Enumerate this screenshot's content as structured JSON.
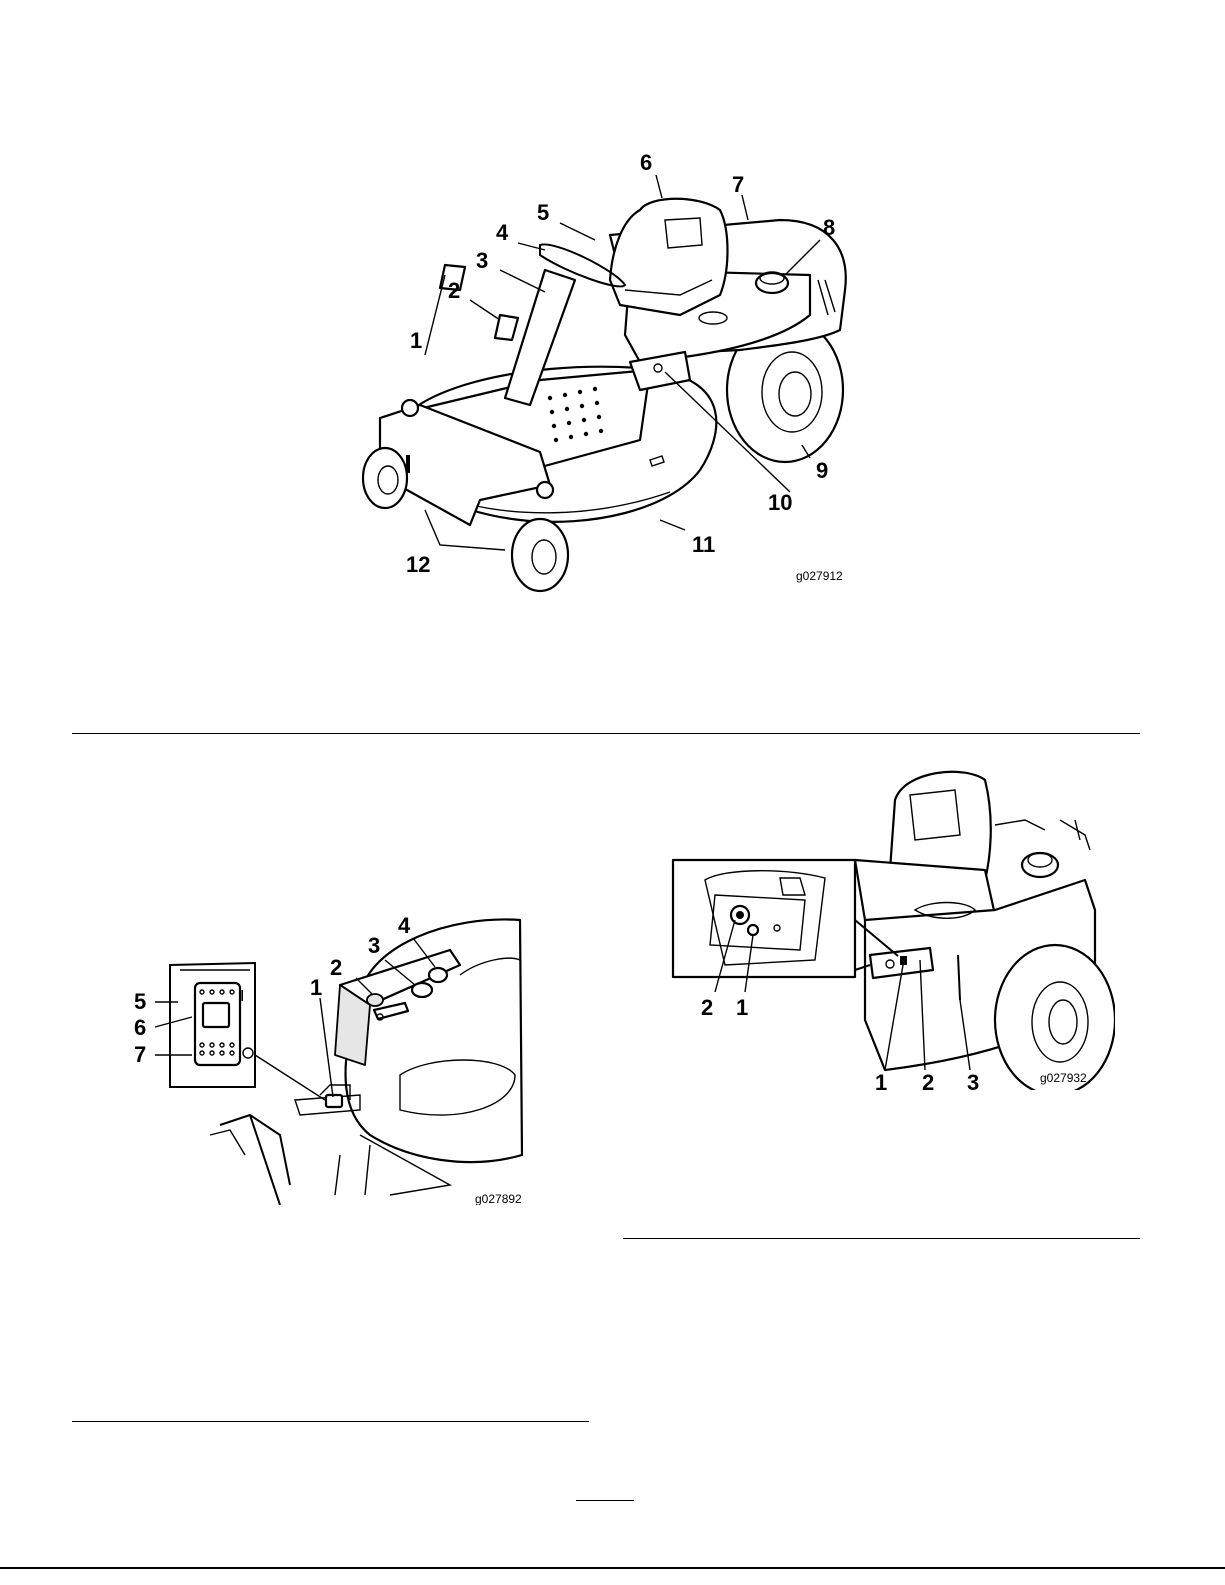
{
  "figure1": {
    "figure_id": "g027912",
    "callouts": [
      "1",
      "2",
      "3",
      "4",
      "5",
      "6",
      "7",
      "8",
      "9",
      "10",
      "11",
      "12"
    ]
  },
  "figure2": {
    "figure_id": "g027892",
    "callouts": [
      "1",
      "2",
      "3",
      "4",
      "5",
      "6",
      "7"
    ],
    "switch_mark": "I"
  },
  "figure3": {
    "figure_id": "g027932",
    "inset_callouts": [
      "2",
      "1"
    ],
    "callouts": [
      "1",
      "2",
      "3"
    ]
  },
  "colors": {
    "ink": "#000000",
    "paper": "#ffffff"
  }
}
